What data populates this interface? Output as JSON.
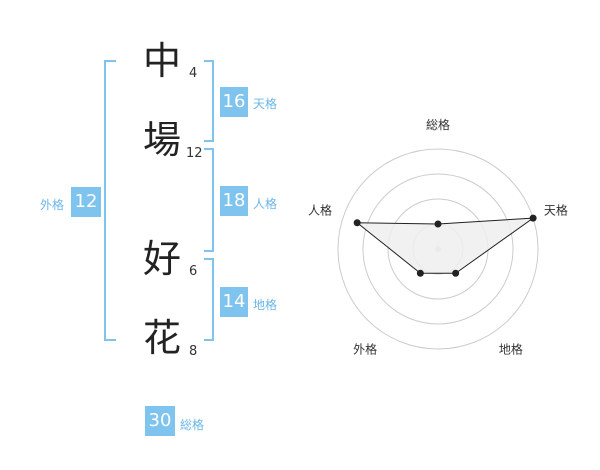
{
  "name": {
    "chars": [
      {
        "char": "中",
        "strokes": "4"
      },
      {
        "char": "場",
        "strokes": "12"
      },
      {
        "char": "好",
        "strokes": "6"
      },
      {
        "char": "花",
        "strokes": "8"
      }
    ]
  },
  "kaku": {
    "tenkaku": {
      "value": "16",
      "label": "天格"
    },
    "jinkaku": {
      "value": "18",
      "label": "人格"
    },
    "chikaku": {
      "value": "14",
      "label": "地格"
    },
    "gaikaku": {
      "value": "12",
      "label": "外格"
    },
    "soukaku": {
      "value": "30",
      "label": "総格"
    }
  },
  "chart_data": {
    "type": "radar",
    "axes": [
      "総格",
      "天格",
      "地格",
      "外格",
      "人格"
    ],
    "values": [
      0.25,
      1.0,
      0.3,
      0.3,
      0.85
    ],
    "ring_count": 4,
    "colors": {
      "fill": "#efefef",
      "line": "#222222",
      "rings": "#cccccc",
      "center": "#cccccc"
    }
  },
  "colors": {
    "accent": "#7fc4ee"
  }
}
